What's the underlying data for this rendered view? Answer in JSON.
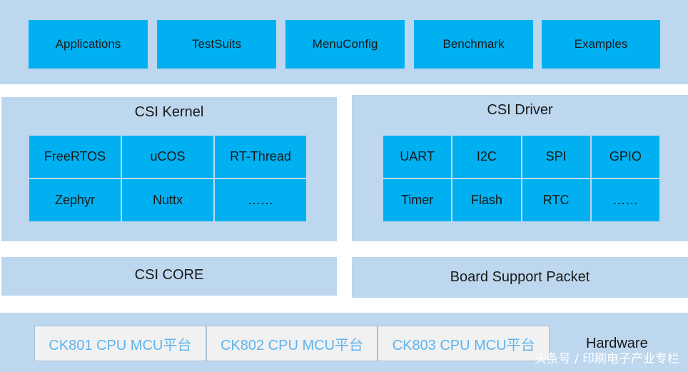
{
  "top_row": {
    "items": [
      "Applications",
      "TestSuits",
      "MenuConfig",
      "Benchmark",
      "Examples"
    ]
  },
  "kernel": {
    "title": "CSI Kernel",
    "cells": [
      "FreeRTOS",
      "uCOS",
      "RT-Thread",
      "Zephyr",
      "Nuttx",
      "……"
    ]
  },
  "driver": {
    "title": "CSI Driver",
    "cells": [
      "UART",
      "I2C",
      "SPI",
      "GPIO",
      "Timer",
      "Flash",
      "RTC",
      "……"
    ]
  },
  "core": {
    "label": "CSI CORE"
  },
  "bsp": {
    "label": "Board Support Packet"
  },
  "hardware": {
    "label": "Hardware",
    "platforms": [
      "CK801 CPU MCU平台",
      "CK802 CPU MCU平台",
      "CK803 CPU MCU平台"
    ]
  },
  "watermark": "头条号 / 印刷电子产业专栏",
  "colors": {
    "panel": "#bdd7ee",
    "block": "#00b0f0",
    "platform_text": "#5fb4ee"
  }
}
